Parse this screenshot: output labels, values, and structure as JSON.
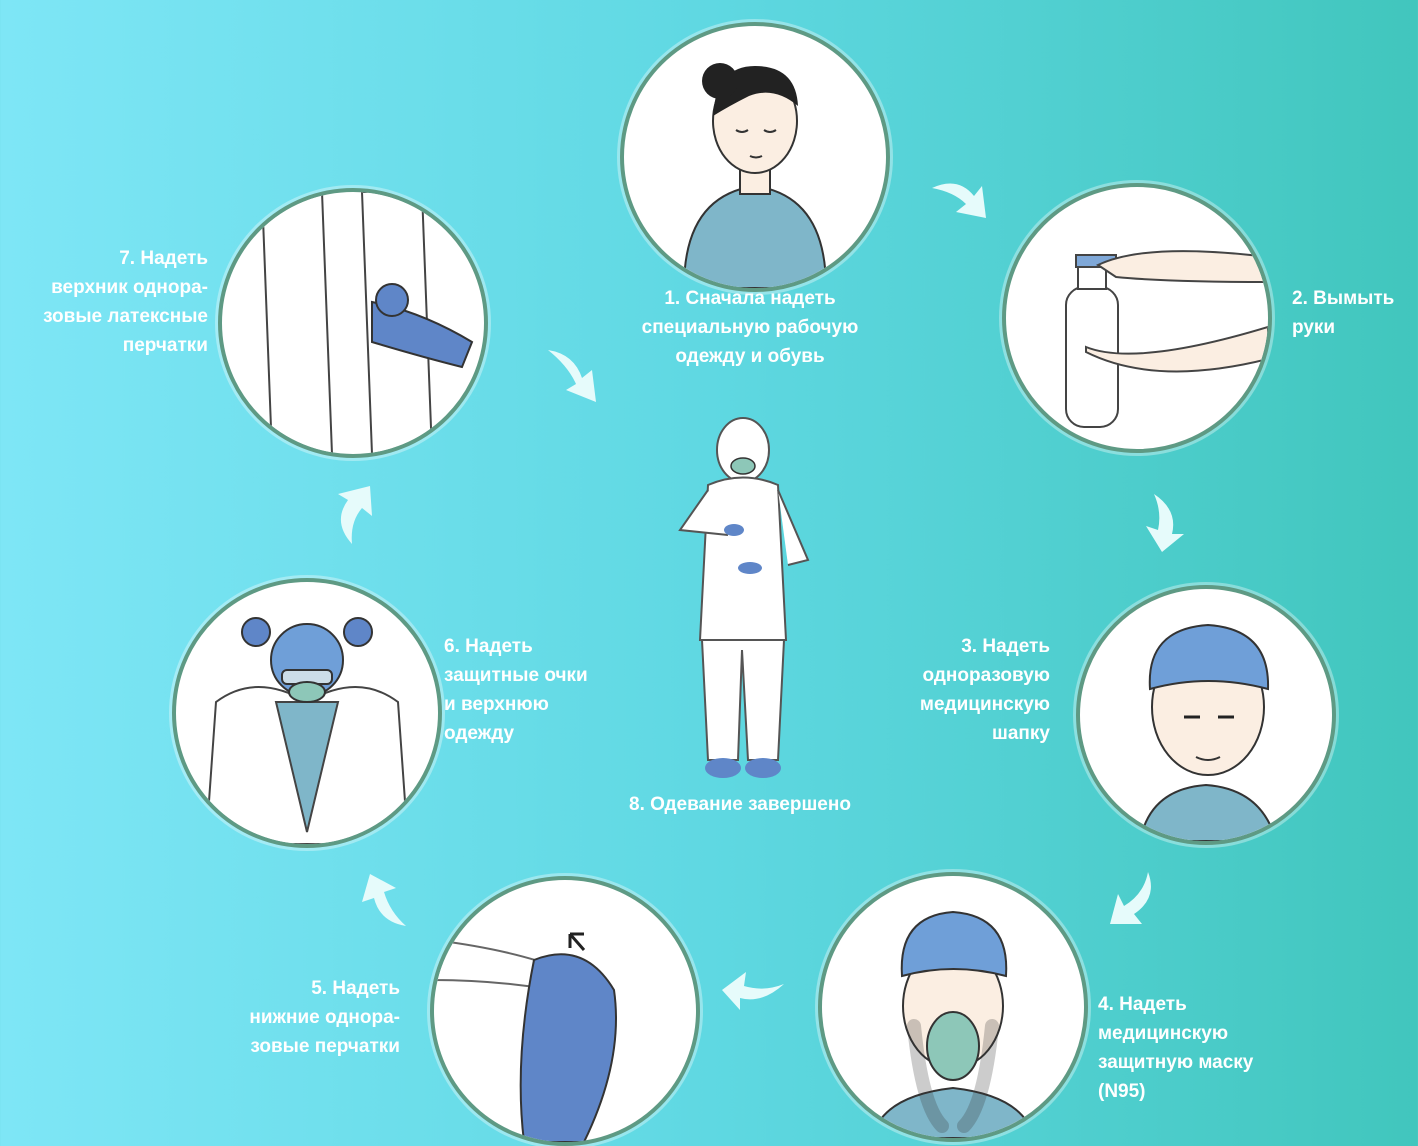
{
  "steps": [
    {
      "lines": [
        "1. Сначала надеть",
        "специальную рабочую",
        "одежду и обувь"
      ]
    },
    {
      "lines": [
        "2. Вымыть",
        "руки"
      ]
    },
    {
      "lines": [
        "3. Надеть",
        "одноразовую",
        "медицинскую",
        "шапку"
      ]
    },
    {
      "lines": [
        "4. Надеть",
        "медицинскую",
        "защитную маску",
        "(N95)"
      ]
    },
    {
      "lines": [
        "5. Надеть",
        "нижние однора-",
        "зовые перчатки"
      ]
    },
    {
      "lines": [
        "6. Надеть",
        "защитные очки",
        "и верхнюю",
        "одежду"
      ]
    },
    {
      "lines": [
        "7. Надеть",
        "верхник однора-",
        "зовые латексные",
        "перчатки"
      ]
    }
  ],
  "center": {
    "label": "8. Одевание завершено"
  },
  "colors": {
    "ring": "#5e9a84",
    "glove": "#5f86c8",
    "scrub": "#7fb6c9",
    "arrow": "#e6fbfb"
  }
}
